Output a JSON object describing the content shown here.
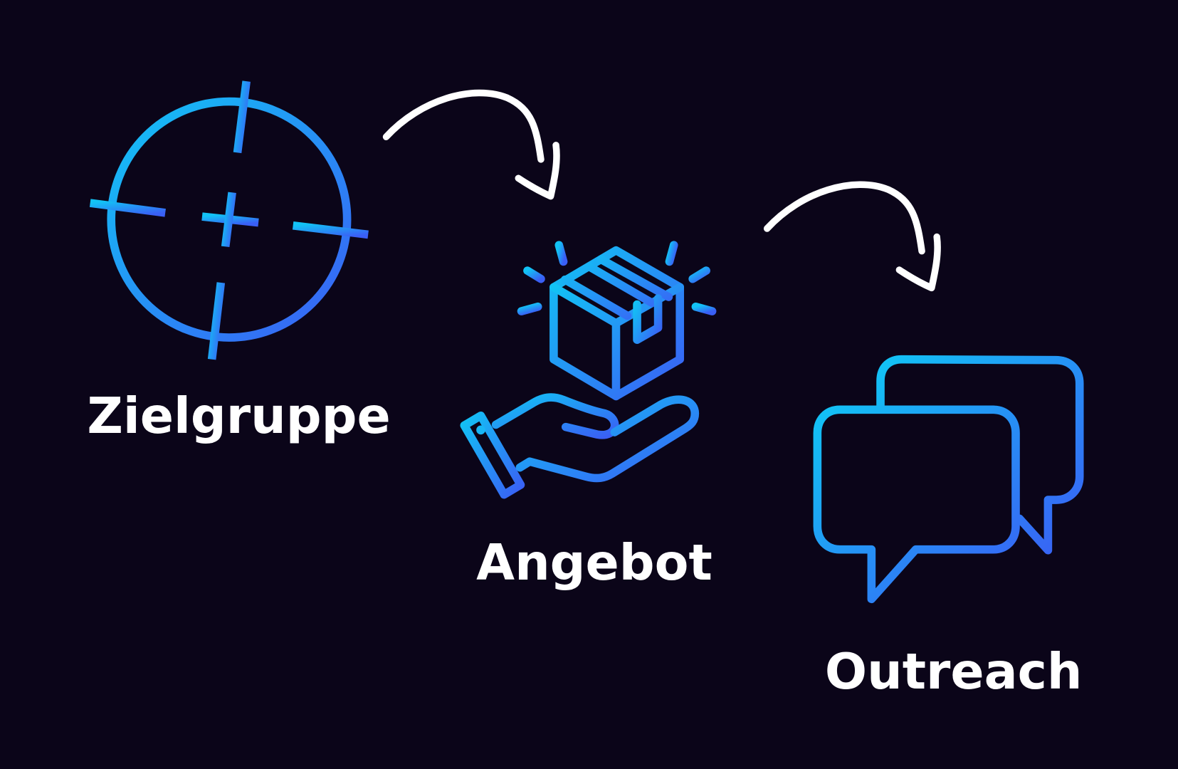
{
  "steps": [
    {
      "label": "Zielgruppe",
      "icon": "target-crosshair-icon"
    },
    {
      "label": "Angebot",
      "icon": "hand-offering-box-icon"
    },
    {
      "label": "Outreach",
      "icon": "chat-bubbles-icon"
    }
  ],
  "colors": {
    "background": "#0b0519",
    "gradient_start": "#12c3f5",
    "gradient_end": "#3a5ff5",
    "text": "#ffffff",
    "arrow": "#ffffff"
  }
}
